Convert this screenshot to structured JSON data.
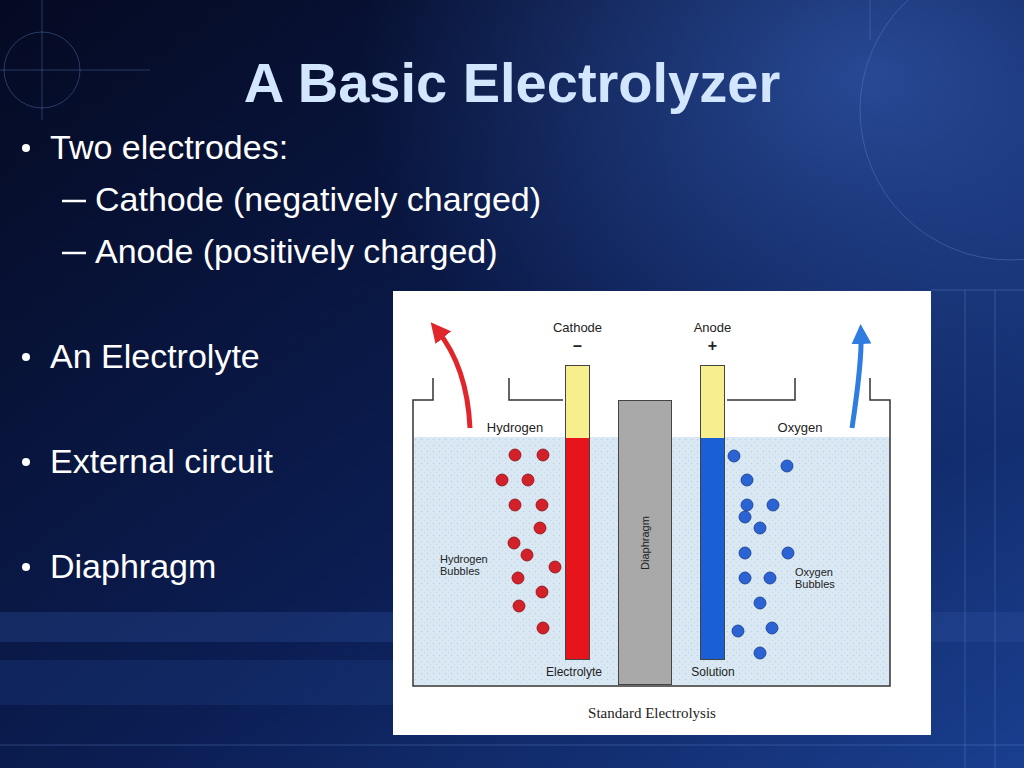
{
  "diagram": {
    "title": "A Basic Electrolyzer",
    "caption": "Standard Electrolysis",
    "nodes": [
      {
        "text": [
          "Cathode",
          "–"
        ]
      },
      {
        "text": [
          "Diaphragm"
        ]
      },
      {
        "text": [
          "Anode",
          "+"
        ]
      }
    ],
    "labels": [
      "Two electrodes:",
      "Cathode (negatively charged)",
      "Anode (positively charged)",
      "An Electrolyte",
      "External circuit",
      "Diaphragm",
      "Hydrogen",
      "Hydrogen Bubbles",
      "Electrolyte",
      "Oxygen",
      "Oxygen Bubbles",
      "Solution"
    ]
  }
}
